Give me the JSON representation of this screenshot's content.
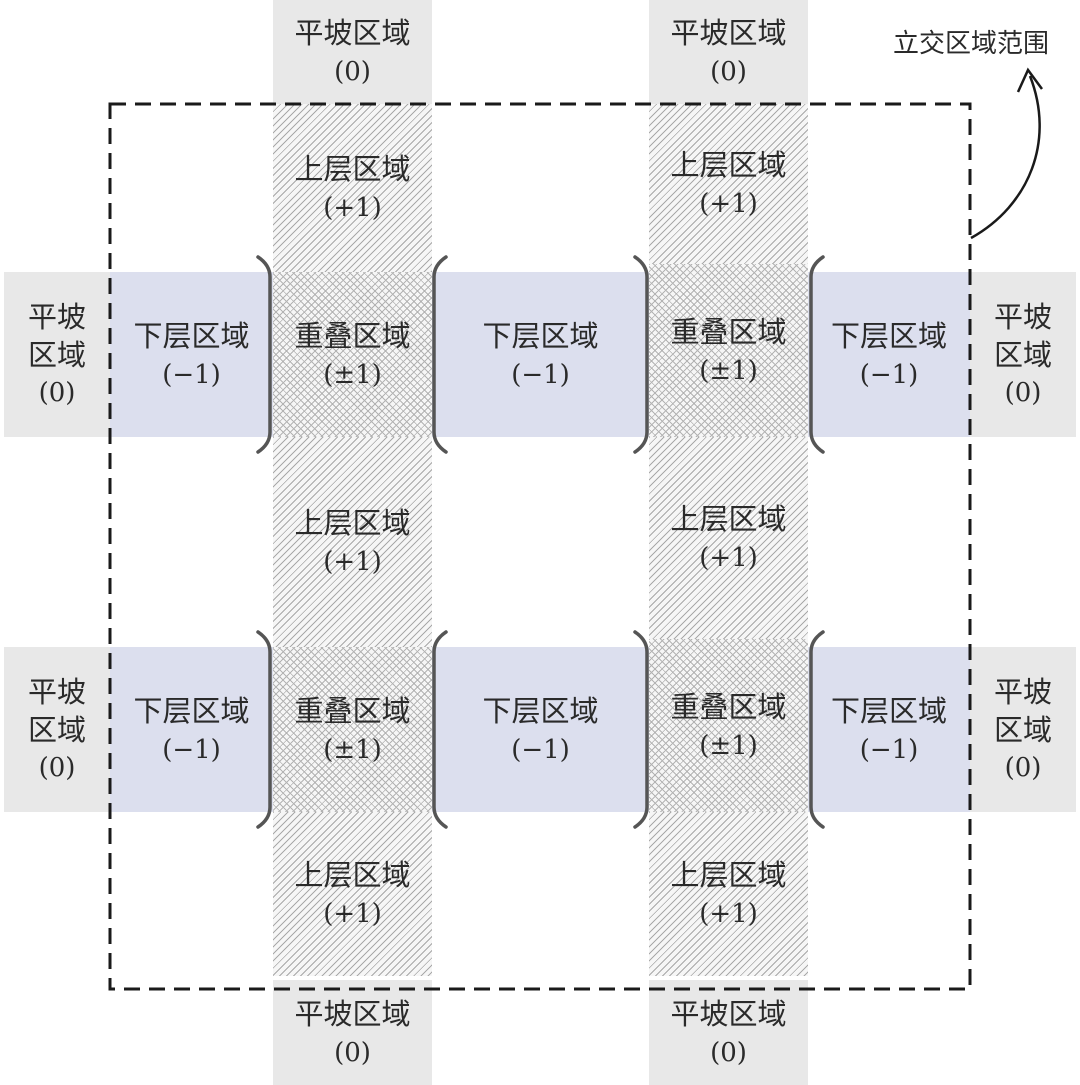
{
  "labels": {
    "flat": "平坡区域",
    "flat_l1": "平坡",
    "flat_l2": "区域",
    "upper": "上层区域",
    "lower": "下层区域",
    "overlap": "重叠区域",
    "v_flat": "(0)",
    "v_upper": "(+1)",
    "v_lower": "(−1)",
    "v_overlap": "(±1)"
  },
  "callout": "立交区域范围",
  "colors": {
    "flat": "#e8e8e8",
    "lower": "#dcdfee",
    "hatch": "#a9a9a9",
    "boundary": "#1a1a1a"
  }
}
